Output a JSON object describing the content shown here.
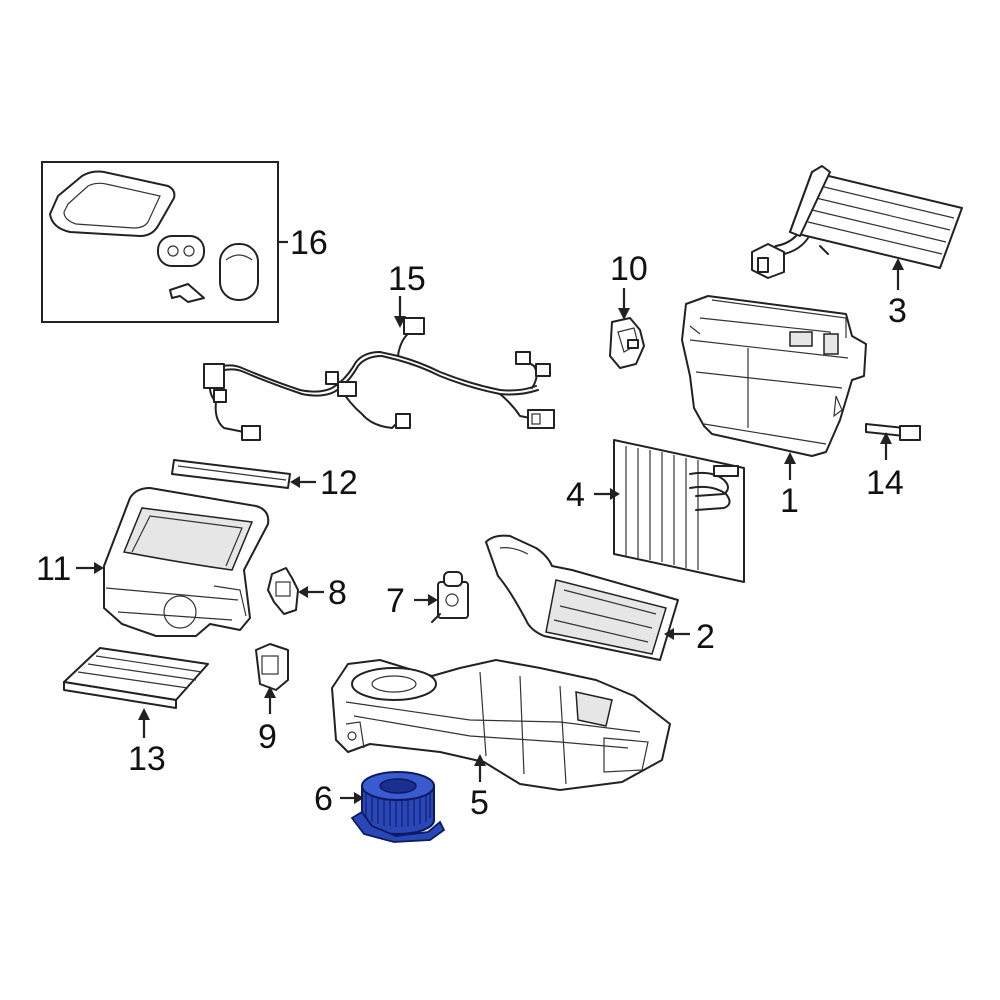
{
  "diagram": {
    "highlight_color": "#2a47b8",
    "callouts": [
      {
        "id": "c1",
        "label": "1"
      },
      {
        "id": "c2",
        "label": "2"
      },
      {
        "id": "c3",
        "label": "3"
      },
      {
        "id": "c4",
        "label": "4"
      },
      {
        "id": "c5",
        "label": "5"
      },
      {
        "id": "c6",
        "label": "6"
      },
      {
        "id": "c7",
        "label": "7"
      },
      {
        "id": "c8",
        "label": "8"
      },
      {
        "id": "c9",
        "label": "9"
      },
      {
        "id": "c10",
        "label": "10"
      },
      {
        "id": "c11",
        "label": "11"
      },
      {
        "id": "c12",
        "label": "12"
      },
      {
        "id": "c13",
        "label": "13"
      },
      {
        "id": "c14",
        "label": "14"
      },
      {
        "id": "c15",
        "label": "15"
      },
      {
        "id": "c16",
        "label": "16"
      }
    ]
  }
}
